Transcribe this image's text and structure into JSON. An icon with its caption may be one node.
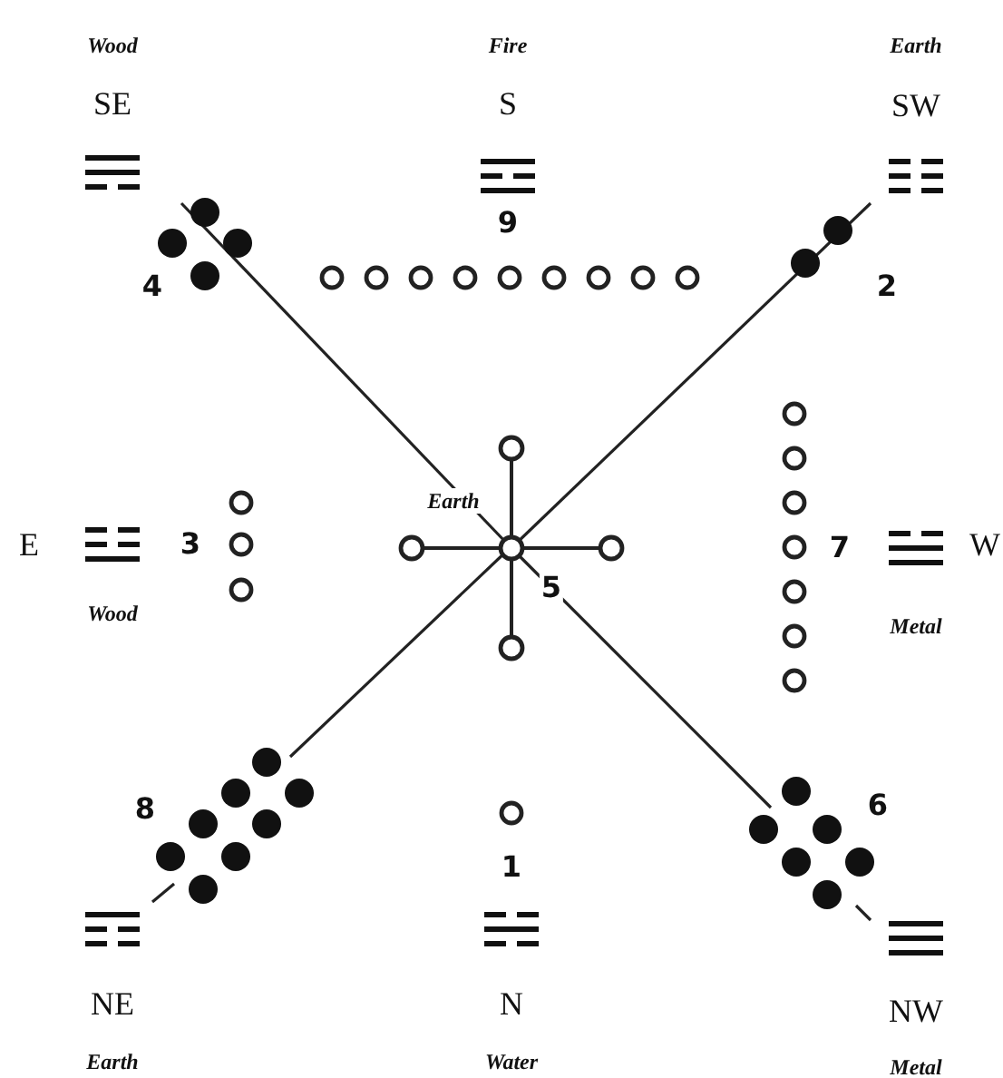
{
  "diagram": {
    "labels": [
      "Wood",
      "Fire",
      "Earth",
      "SE",
      "S",
      "SW",
      "9",
      "4",
      "2",
      "E",
      "3",
      "Earth",
      "7",
      "W",
      "5",
      "Wood",
      "Metal",
      "8",
      "1",
      "6",
      "NE",
      "N",
      "NW",
      "Earth",
      "Water",
      "Metal"
    ]
  }
}
